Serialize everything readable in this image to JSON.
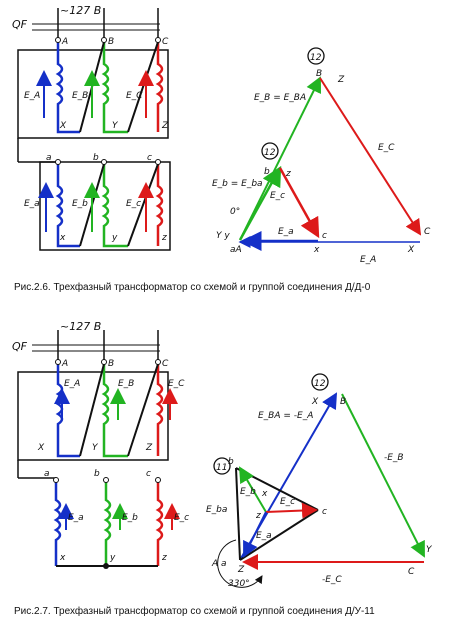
{
  "colors": {
    "phase_a": "#1530c8",
    "phase_b": "#22b422",
    "phase_c": "#dd1a1a",
    "ink": "#111111"
  },
  "fig26": {
    "breaker": "QF",
    "voltage": "~127 B",
    "terminals_hv": [
      "A",
      "B",
      "C"
    ],
    "terminals_hv_end": [
      "X",
      "Y",
      "Z"
    ],
    "terminals_lv": [
      "a",
      "b",
      "c"
    ],
    "terminals_lv_end": [
      "x",
      "y",
      "z"
    ],
    "emf_hv": [
      "E_A",
      "E_B",
      "E_C"
    ],
    "emf_lv": [
      "E_a",
      "E_b",
      "E_c"
    ],
    "group_label": "12",
    "vec_top": "E_B = E_BA",
    "vec_lv": "E_b = E_ba",
    "vec_ec": "E_C",
    "vec_ea": "E_A",
    "vec_ec_small": "E_c",
    "vec_ea_small": "E_a",
    "angle": "0°",
    "caption": "Рис.2.6. Трехфазный трансформатор со схемой и группой соединения Д/Д-0"
  },
  "fig27": {
    "breaker": "QF",
    "voltage": "~127 B",
    "terminals_hv": [
      "A",
      "B",
      "C"
    ],
    "terminals_hv_end": [
      "X",
      "Y",
      "Z"
    ],
    "terminals_lv": [
      "a",
      "b",
      "c"
    ],
    "terminals_lv_end": [
      "x",
      "y",
      "z"
    ],
    "emf_hv": [
      "E_A",
      "E_B",
      "E_C"
    ],
    "emf_lv": [
      "E_a",
      "E_b",
      "E_c"
    ],
    "group_label_hv": "12",
    "group_label_lv": "11",
    "vec_ba": "E_BA = -E_A",
    "vec_minus_eb": "-E_B",
    "vec_minus_ec": "-E_C",
    "vec_lv": "E_ba",
    "vec_eb": "E_b",
    "vec_ec": "E_c",
    "vec_ea": "E_a",
    "angle": "330°",
    "caption": "Рис.2.7. Трехфазный трансформатор со схемой и группой соединения Д/У-11"
  }
}
